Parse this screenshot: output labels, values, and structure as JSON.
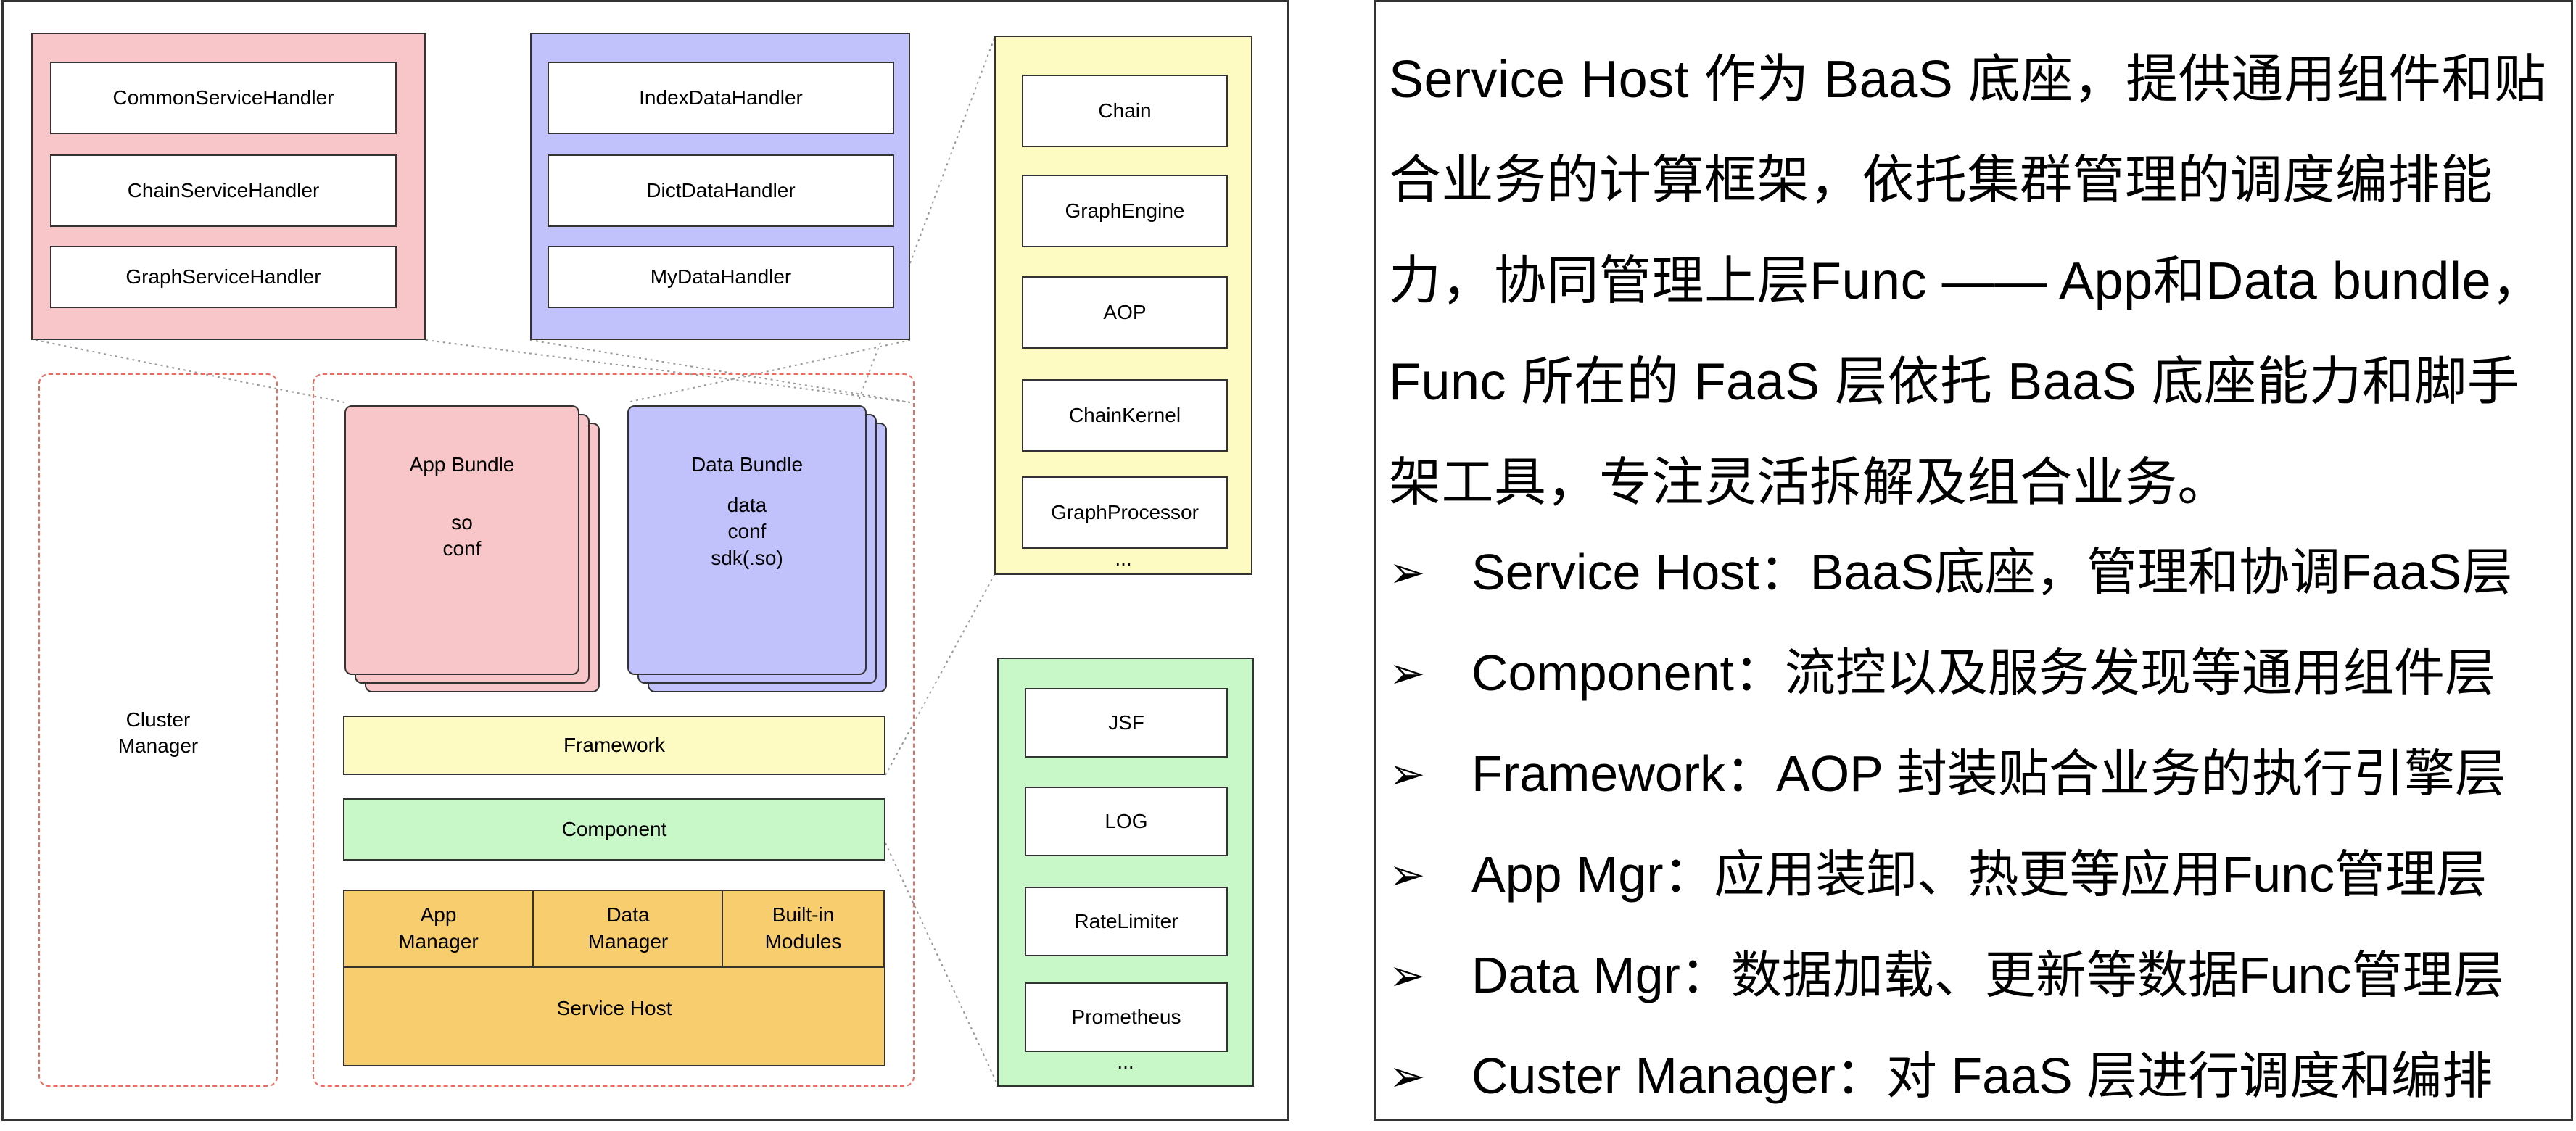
{
  "diagram": {
    "handlers_app": [
      "CommonServiceHandler",
      "ChainServiceHandler",
      "GraphServiceHandler"
    ],
    "handlers_data": [
      "IndexDataHandler",
      "DictDataHandler",
      "MyDataHandler"
    ],
    "framework_parts": [
      "Chain",
      "GraphEngine",
      "AOP",
      "ChainKernel",
      "GraphProcessor"
    ],
    "framework_more": "...",
    "component_parts": [
      "JSF",
      "LOG",
      "RateLimiter",
      "Prometheus"
    ],
    "component_more": "...",
    "cluster_manager": "Cluster\nManager",
    "app_bundle": {
      "title": "App Bundle",
      "body": "so\nconf"
    },
    "data_bundle": {
      "title": "Data Bundle",
      "body": "data\nconf\nsdk(.so)"
    },
    "framework": "Framework",
    "component": "Component",
    "app_manager": "App\nManager",
    "data_manager": "Data\nManager",
    "builtin_modules": "Built-in\nModules",
    "service_host": "Service Host",
    "colors": {
      "pink": "#f8c6c8",
      "blue": "#c1c1fb",
      "yellow": "#fdfbc2",
      "green": "#c8f7c8",
      "orange": "#f8cd6d",
      "dashed": "#ee6a5c"
    }
  },
  "text": {
    "paragraph": "Service Host 作为 BaaS 底座，提供通用组件和贴合业务的计算框架，依托集群管理的调度编排能力，协同管理上层Func —— App和Data bundle，Func 所在的 FaaS 层依托 BaaS 底座能力和脚手架工具，专注灵活拆解及组合业务。",
    "paragraph_lines": [
      "Service Host 作为 BaaS 底座，提供通用组件和贴",
      "合业务的计算框架，依托集群管理的调度编排能",
      "力，协同管理上层Func —— App和Data bundle，",
      "Func 所在的 FaaS 层依托 BaaS 底座能力和脚手",
      "架工具，专注灵活拆解及组合业务。"
    ],
    "bullet_symbol": "➢",
    "bullets": [
      "Service Host：BaaS底座，管理和协调FaaS层",
      "Component：流控以及服务发现等通用组件层",
      "Framework：AOP 封装贴合业务的执行引擎层",
      "App Mgr：应用装卸、热更等应用Func管理层",
      "Data Mgr：数据加载、更新等数据Func管理层",
      "Custer Manager：对 FaaS 层进行调度和编排"
    ]
  }
}
